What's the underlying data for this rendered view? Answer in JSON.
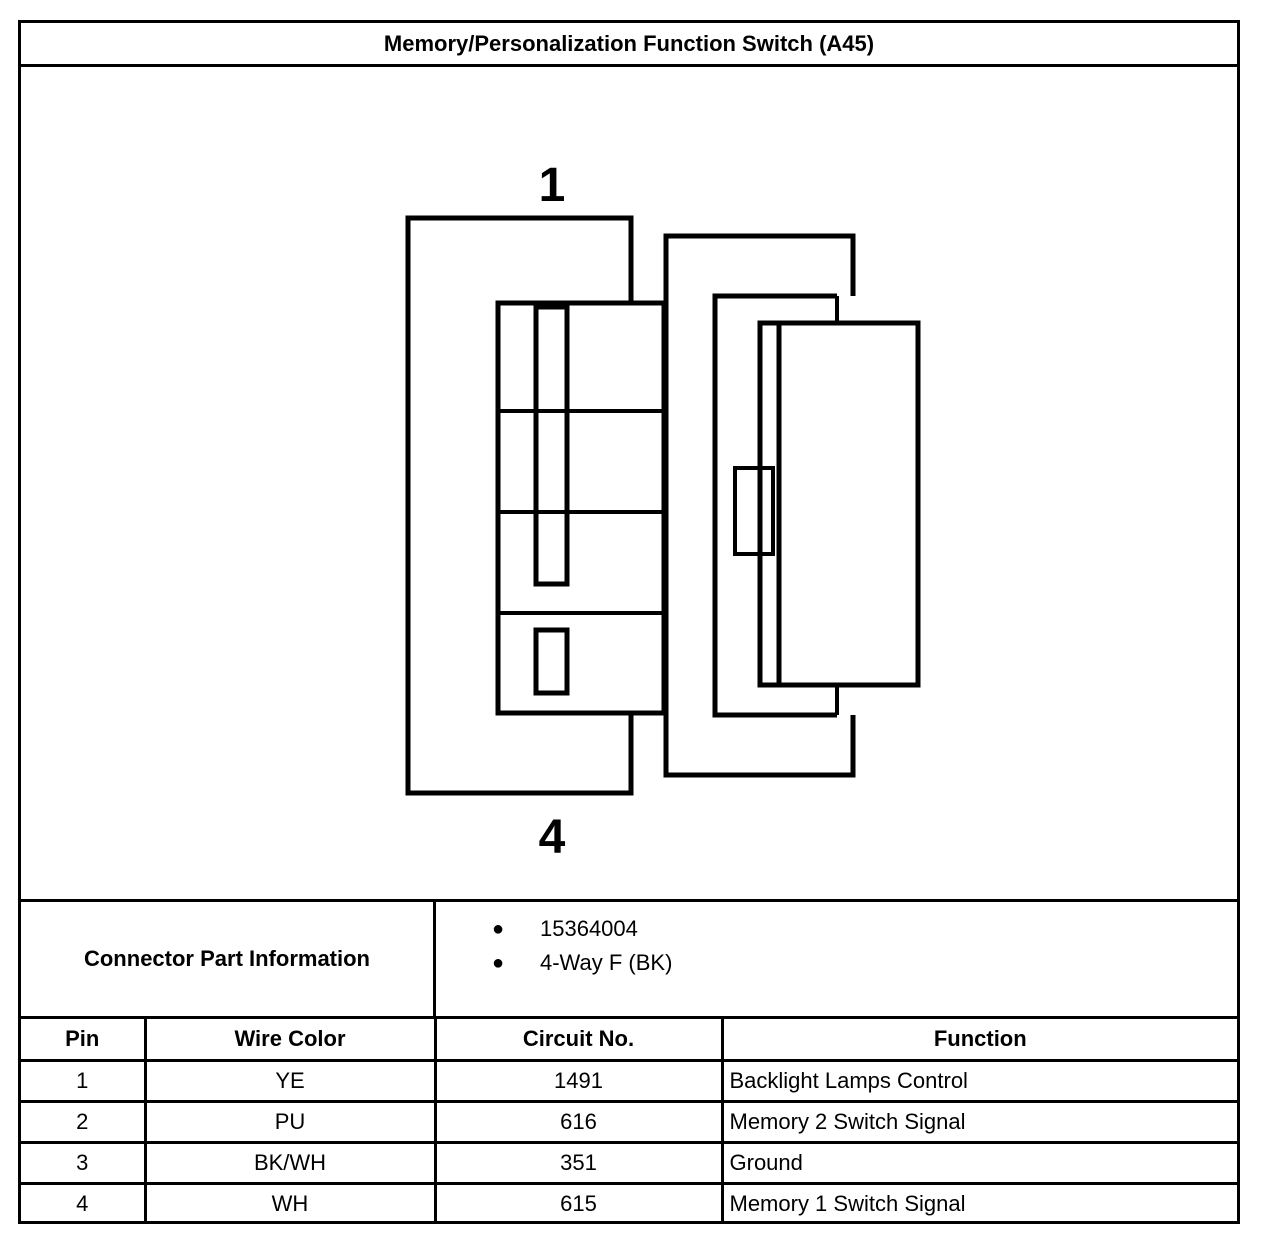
{
  "title": "Memory/Personalization Function Switch (A45)",
  "diagram": {
    "pin_label_top": "1",
    "pin_label_bottom": "4"
  },
  "connector_info": {
    "label": "Connector Part Information",
    "items": [
      "15364004",
      "4-Way F (BK)"
    ]
  },
  "pin_table": {
    "headers": {
      "pin": "Pin",
      "wire_color": "Wire Color",
      "circuit": "Circuit No.",
      "function": "Function"
    },
    "rows": [
      {
        "pin": "1",
        "wire_color": "YE",
        "circuit": "1491",
        "function": "Backlight Lamps Control"
      },
      {
        "pin": "2",
        "wire_color": "PU",
        "circuit": "616",
        "function": "Memory 2 Switch Signal"
      },
      {
        "pin": "3",
        "wire_color": "BK/WH",
        "circuit": "351",
        "function": "Ground"
      },
      {
        "pin": "4",
        "wire_color": "WH",
        "circuit": "615",
        "function": "Memory 1 Switch Signal"
      }
    ]
  }
}
